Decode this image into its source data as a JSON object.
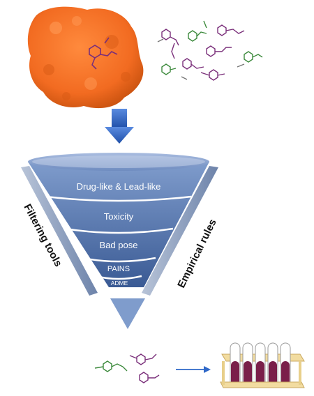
{
  "funnel": {
    "stages": [
      "Drug-like & Lead-like",
      "Toxicity",
      "Bad pose",
      "PAINS",
      "ADME"
    ]
  },
  "side_labels": {
    "left": "Filtering tools",
    "right": "Empirical rules"
  },
  "colors": {
    "protein": "#f26b21",
    "funnel_dark": "#2e4e85",
    "funnel_mid": "#4f73ad",
    "funnel_light": "#8fa6cf",
    "arrow": "#2f68c8",
    "tube_liquid": "#7a1f4a",
    "rack": "#f2dca0"
  },
  "icons": [
    "protein-surface-icon",
    "ligand-library-icon",
    "down-arrow-icon",
    "hit-molecules-icon",
    "right-arrow-icon",
    "test-tube-rack-icon"
  ]
}
